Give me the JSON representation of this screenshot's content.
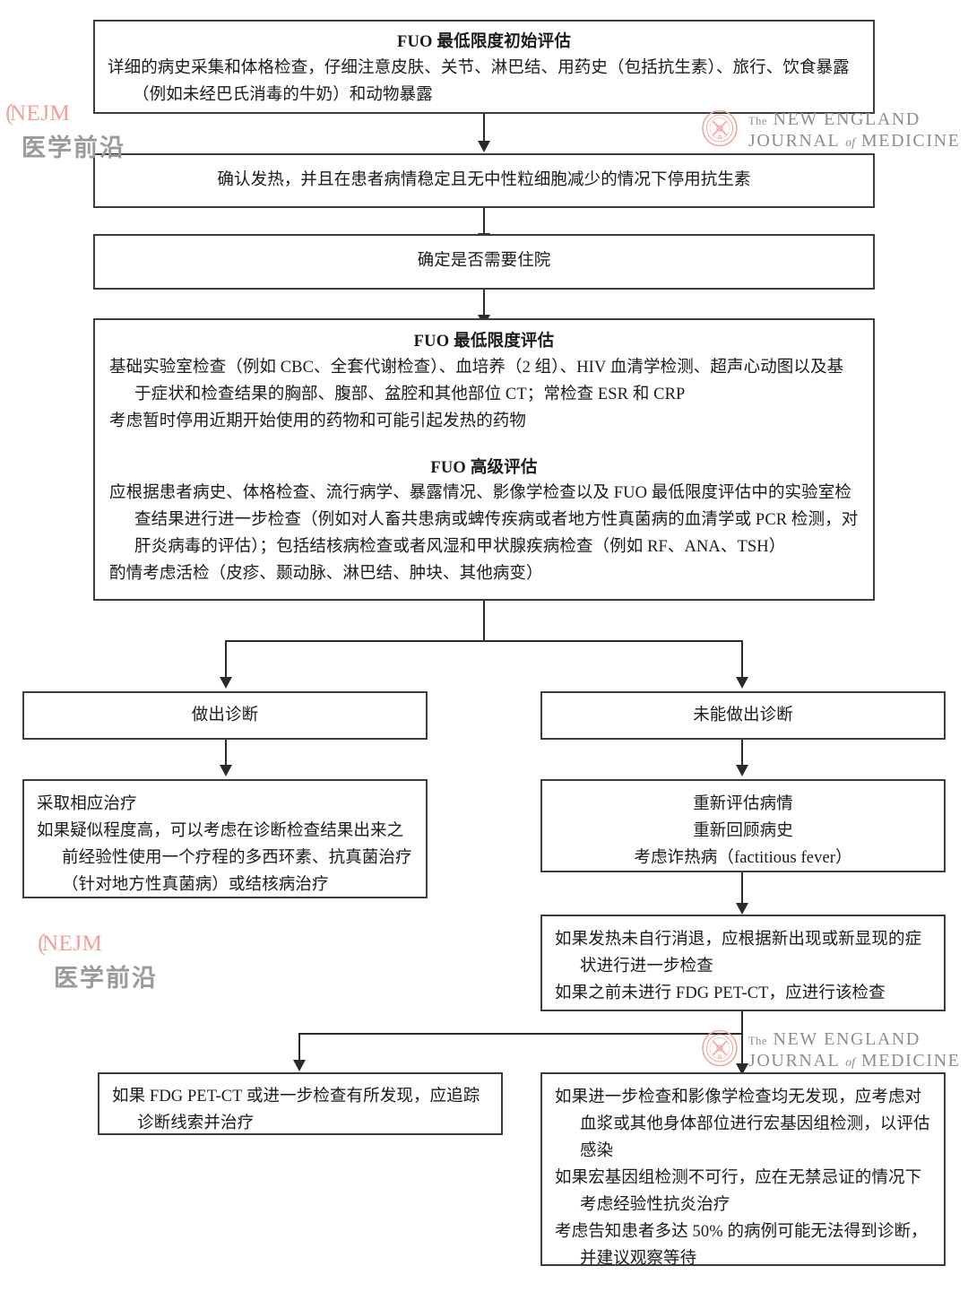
{
  "chart_data": {
    "type": "diagram",
    "title": "FUO (不明原因发热) 评估流程图",
    "nodes": [
      {
        "id": "n1",
        "label": "FUO 最低限度初始评估"
      },
      {
        "id": "n2",
        "label": "确认发热，并且在患者病情稳定且无中性粒细胞减少的情况下停用抗生素"
      },
      {
        "id": "n3",
        "label": "确定是否需要住院"
      },
      {
        "id": "n4",
        "label": "FUO 最低限度评估 / FUO 高级评估"
      },
      {
        "id": "n5",
        "label": "做出诊断"
      },
      {
        "id": "n6",
        "label": "未能做出诊断"
      },
      {
        "id": "n7",
        "label": "采取相应治疗"
      },
      {
        "id": "n8",
        "label": "重新评估病情"
      },
      {
        "id": "n9",
        "label": "如果发热未自行消退"
      },
      {
        "id": "n10",
        "label": "如果 FDG PET-CT 或进一步检查有所发现"
      },
      {
        "id": "n11",
        "label": "如果进一步检查和影像学检查均无发现"
      }
    ],
    "edges": [
      {
        "from": "n1",
        "to": "n2"
      },
      {
        "from": "n2",
        "to": "n3"
      },
      {
        "from": "n3",
        "to": "n4"
      },
      {
        "from": "n4",
        "to": "n5"
      },
      {
        "from": "n4",
        "to": "n6"
      },
      {
        "from": "n5",
        "to": "n7"
      },
      {
        "from": "n6",
        "to": "n8"
      },
      {
        "from": "n8",
        "to": "n9"
      },
      {
        "from": "n9",
        "to": "n10"
      },
      {
        "from": "n9",
        "to": "n11"
      }
    ]
  },
  "boxes": {
    "initial_eval": {
      "title": "FUO 最低限度初始评估",
      "line1": "详细的病史采集和体格检查，仔细注意皮肤、关节、淋巴结、用药史（包括抗生素）、旅行、饮食暴露（例如未经巴氏消毒的牛奶）和动物暴露"
    },
    "confirm_fever": {
      "line1": "确认发热，并且在患者病情稳定且无中性粒细胞减少的情况下停用抗生素"
    },
    "admission": {
      "line1": "确定是否需要住院"
    },
    "minimal_eval": {
      "title": "FUO 最低限度评估",
      "line1": "基础实验室检查（例如 CBC、全套代谢检查）、血培养（2 组）、HIV 血清学检测、超声心动图以及基于症状和检查结果的胸部、腹部、盆腔和其他部位 CT；常检查 ESR 和 CRP",
      "line2": "考虑暂时停用近期开始使用的药物和可能引起发热的药物",
      "title2": "FUO 高级评估",
      "line3": "应根据患者病史、体格检查、流行病学、暴露情况、影像学检查以及 FUO 最低限度评估中的实验室检查结果进行进一步检查（例如对人畜共患病或蜱传疾病或者地方性真菌病的血清学或 PCR 检测，对肝炎病毒的评估）；包括结核病检查或者风湿和甲状腺疾病检查（例如 RF、ANA、TSH）",
      "line4": "酌情考虑活检（皮疹、颞动脉、淋巴结、肿块、其他病变）"
    },
    "diagnosis_made": {
      "line1": "做出诊断"
    },
    "no_diagnosis": {
      "line1": "未能做出诊断"
    },
    "treat_accordingly": {
      "line1": "采取相应治疗",
      "line2": "如果疑似程度高，可以考虑在诊断检查结果出来之前经验性使用一个疗程的多西环素、抗真菌治疗（针对地方性真菌病）或结核病治疗"
    },
    "reassess": {
      "line1": "重新评估病情",
      "line2": "重新回顾病史",
      "line3": "考虑诈热病（factitious fever）"
    },
    "persistent_fever": {
      "line1": "如果发热未自行消退，应根据新出现或新显现的症状进行进一步检查",
      "line2": "如果之前未进行 FDG PET-CT，应进行该检查"
    },
    "petct_positive": {
      "line1": "如果 FDG PET-CT 或进一步检查有所发现，应追踪诊断线索并治疗"
    },
    "no_findings": {
      "line1": "如果进一步检查和影像学检查均无发现，应考虑对血浆或其他身体部位进行宏基因组检测，以评估感染",
      "line2": "如果宏基因组检测不可行，应在无禁忌证的情况下考虑经验性抗炎治疗",
      "line3": "考虑告知患者多达 50% 的病例可能无法得到诊断，并建议观察等待"
    }
  },
  "watermarks": {
    "nejm_cn": {
      "brand": "NEJM",
      "subtitle": "医学前沿",
      "brand_color": "#f0a09a",
      "subtitle_color": "#9a9a9a"
    },
    "nejm_en": {
      "the": "The",
      "line1": "NEW ENGLAND",
      "journal": "JOURNAL",
      "of": "of",
      "medicine": "MEDICINE",
      "text_color": "#8d8d8d",
      "seal_color": "#eda9a3"
    }
  }
}
